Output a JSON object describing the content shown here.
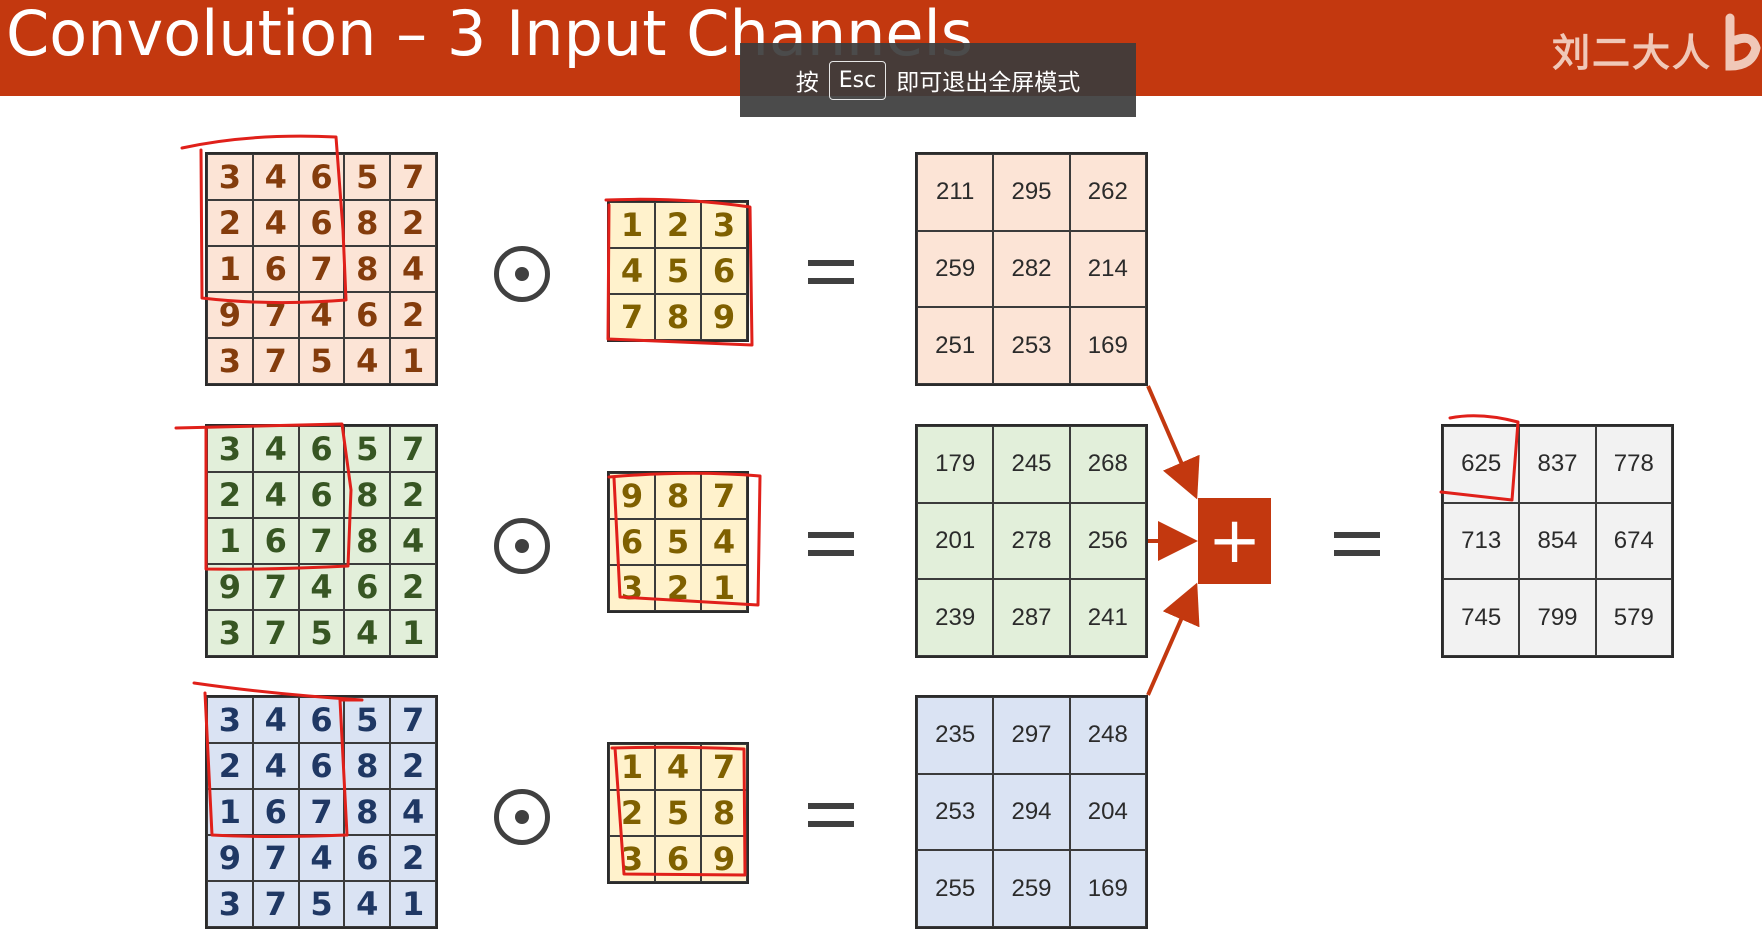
{
  "slide": {
    "title": "Convolution – 3 Input Channels",
    "watermark": "刘二大人",
    "bg_accent": "#c3380f"
  },
  "fullscreen_hint": {
    "prefix": "按",
    "key": "Esc",
    "suffix": "即可退出全屏模式"
  },
  "inputs": [
    {
      "color": "#fce4d6",
      "rows": [
        [
          "3",
          "4",
          "6",
          "5",
          "7"
        ],
        [
          "2",
          "4",
          "6",
          "8",
          "2"
        ],
        [
          "1",
          "6",
          "7",
          "8",
          "4"
        ],
        [
          "9",
          "7",
          "4",
          "6",
          "2"
        ],
        [
          "3",
          "7",
          "5",
          "4",
          "1"
        ]
      ]
    },
    {
      "color": "#e2efda",
      "rows": [
        [
          "3",
          "4",
          "6",
          "5",
          "7"
        ],
        [
          "2",
          "4",
          "6",
          "8",
          "2"
        ],
        [
          "1",
          "6",
          "7",
          "8",
          "4"
        ],
        [
          "9",
          "7",
          "4",
          "6",
          "2"
        ],
        [
          "3",
          "7",
          "5",
          "4",
          "1"
        ]
      ]
    },
    {
      "color": "#dae3f3",
      "rows": [
        [
          "3",
          "4",
          "6",
          "5",
          "7"
        ],
        [
          "2",
          "4",
          "6",
          "8",
          "2"
        ],
        [
          "1",
          "6",
          "7",
          "8",
          "4"
        ],
        [
          "9",
          "7",
          "4",
          "6",
          "2"
        ],
        [
          "3",
          "7",
          "5",
          "4",
          "1"
        ]
      ]
    }
  ],
  "kernels": [
    {
      "rows": [
        [
          "1",
          "2",
          "3"
        ],
        [
          "4",
          "5",
          "6"
        ],
        [
          "7",
          "8",
          "9"
        ]
      ]
    },
    {
      "rows": [
        [
          "9",
          "8",
          "7"
        ],
        [
          "6",
          "5",
          "4"
        ],
        [
          "3",
          "2",
          "1"
        ]
      ]
    },
    {
      "rows": [
        [
          "1",
          "4",
          "7"
        ],
        [
          "2",
          "5",
          "8"
        ],
        [
          "3",
          "6",
          "9"
        ]
      ]
    }
  ],
  "channel_outputs": [
    {
      "rows": [
        [
          "211",
          "295",
          "262"
        ],
        [
          "259",
          "282",
          "214"
        ],
        [
          "251",
          "253",
          "169"
        ]
      ]
    },
    {
      "rows": [
        [
          "179",
          "245",
          "268"
        ],
        [
          "201",
          "278",
          "256"
        ],
        [
          "239",
          "287",
          "241"
        ]
      ]
    },
    {
      "rows": [
        [
          "235",
          "297",
          "248"
        ],
        [
          "253",
          "294",
          "204"
        ],
        [
          "255",
          "259",
          "169"
        ]
      ]
    }
  ],
  "sum_output": {
    "rows": [
      [
        "625",
        "837",
        "778"
      ],
      [
        "713",
        "854",
        "674"
      ],
      [
        "745",
        "799",
        "579"
      ]
    ]
  },
  "operators": {
    "plus": "+"
  }
}
